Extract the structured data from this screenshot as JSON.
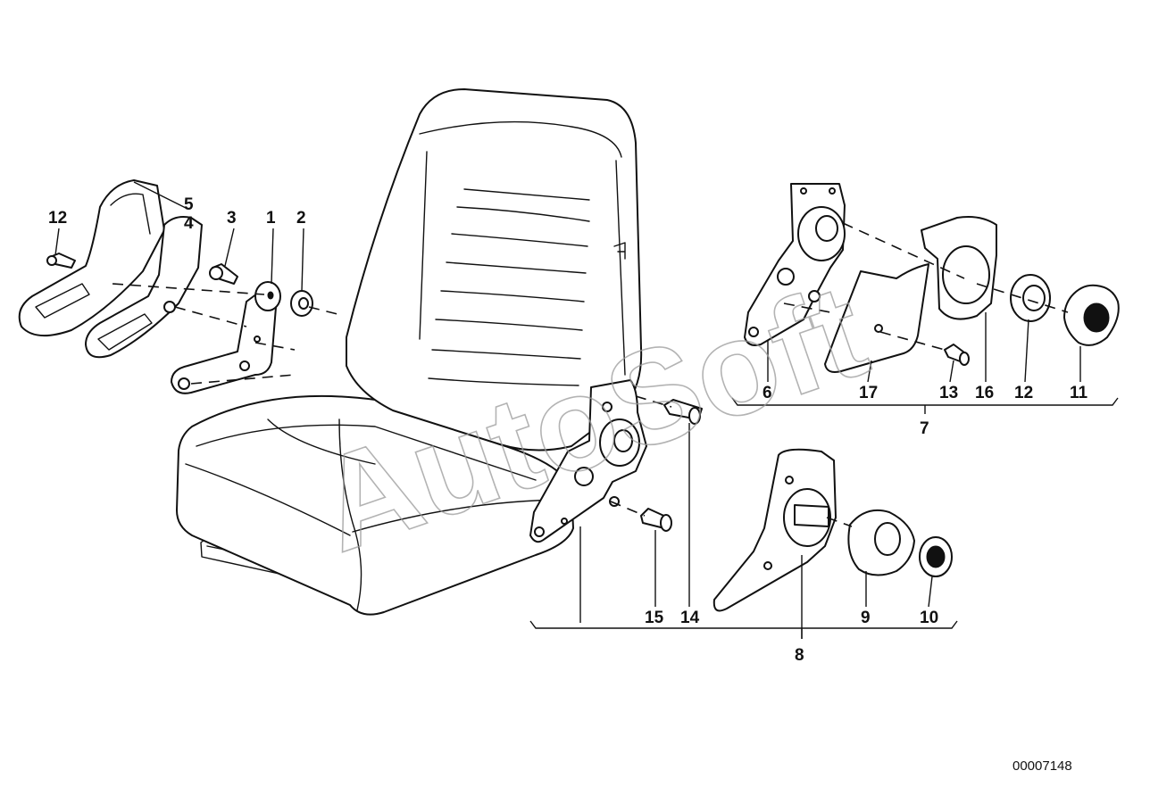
{
  "watermark": "AutoSoft",
  "document_number": "00007148",
  "labels": {
    "p1": "1",
    "p2": "2",
    "p3": "3",
    "p4": "4",
    "p5": "5",
    "p6": "6",
    "p7": "7",
    "p8": "8",
    "p9": "9",
    "p10": "10",
    "p11": "11",
    "p12_left": "12",
    "p12_right": "12",
    "p13": "13",
    "p14": "14",
    "p15": "15",
    "p16": "16",
    "p17": "17"
  },
  "colors": {
    "line": "#111111",
    "watermark": "#9a9a9a",
    "background": "#ffffff"
  }
}
